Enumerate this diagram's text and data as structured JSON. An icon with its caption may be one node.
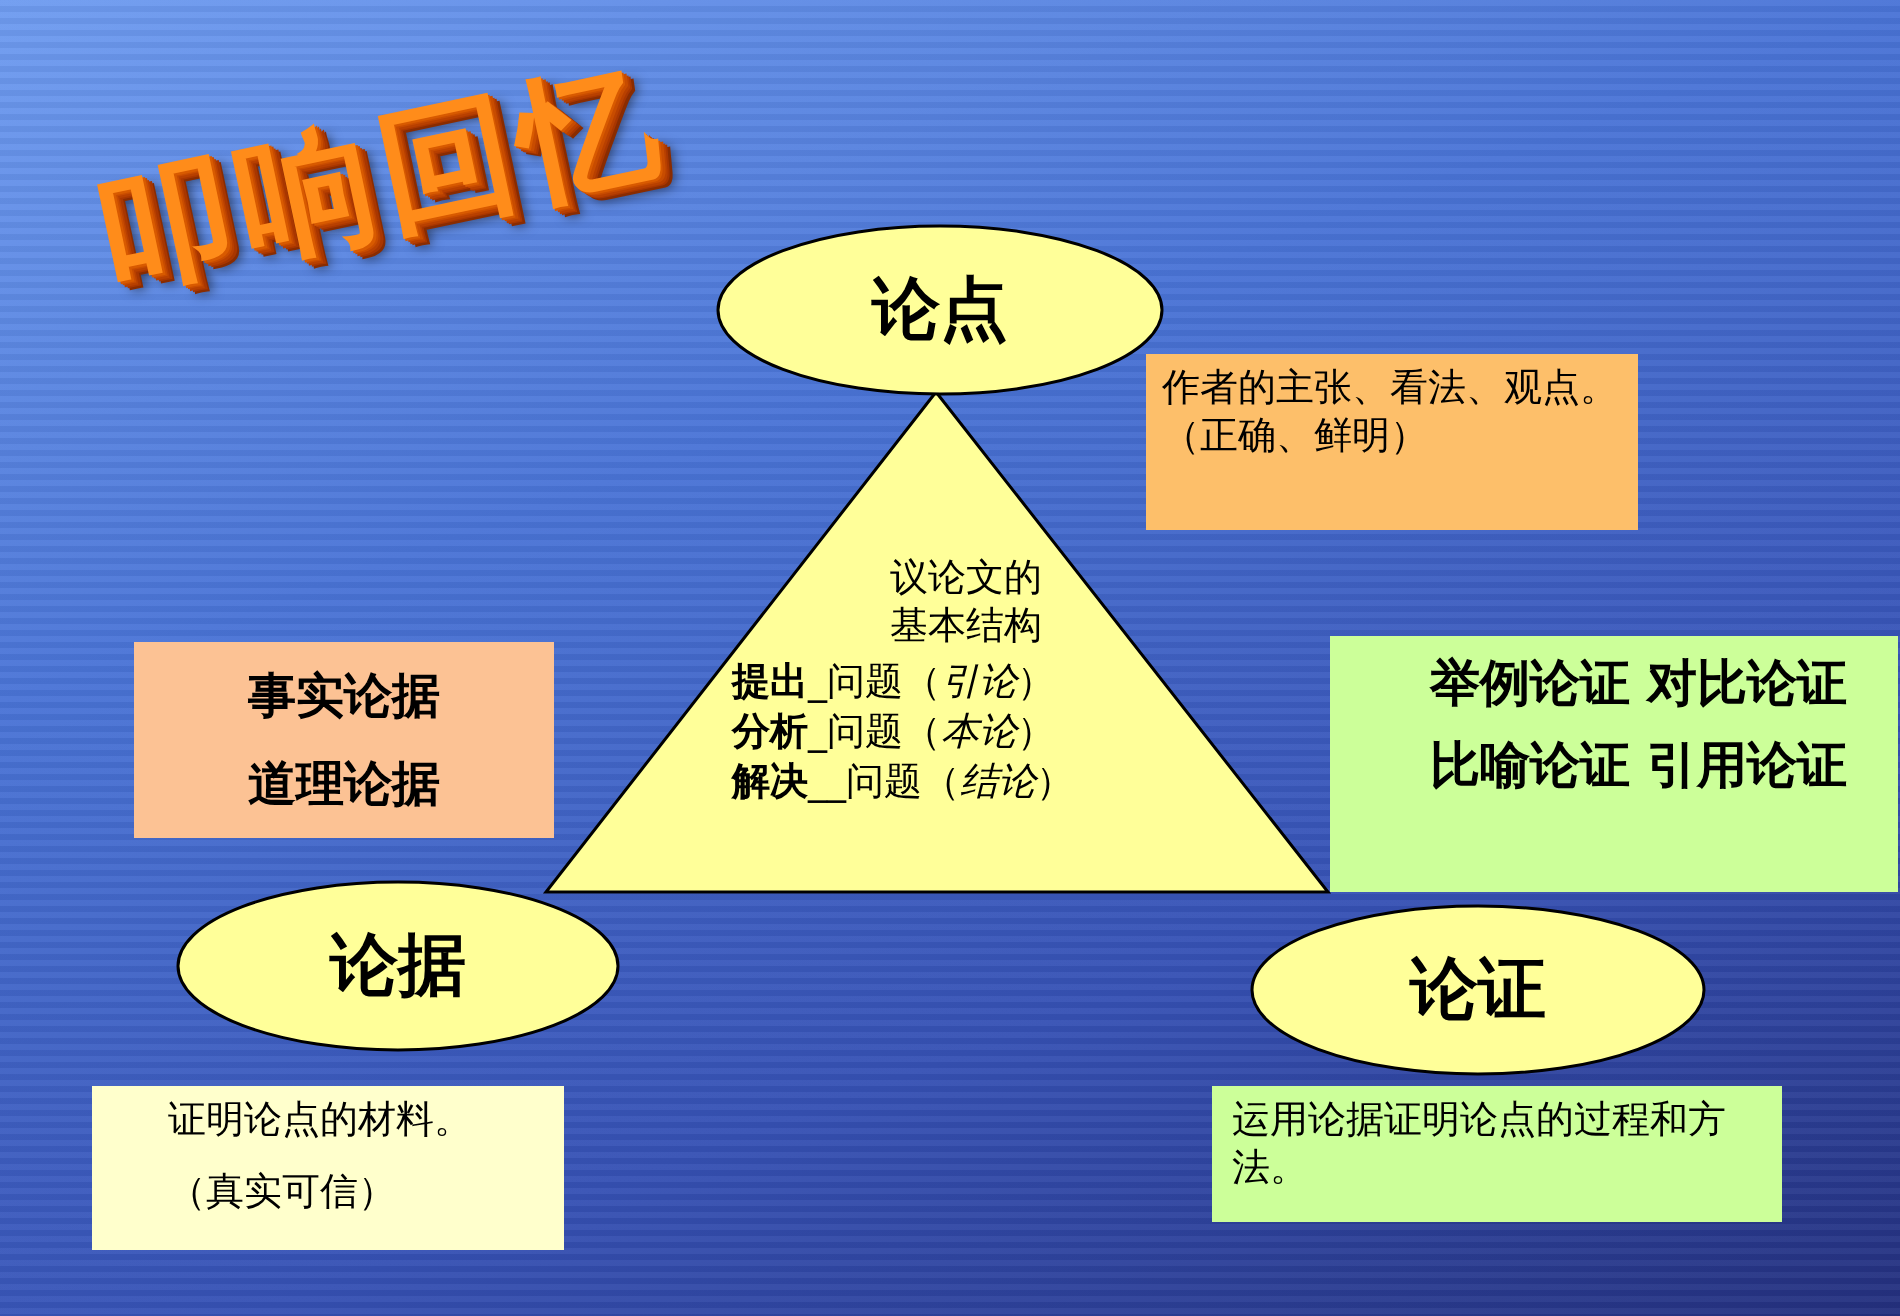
{
  "diagram": {
    "title": "叩响回忆",
    "nodes": [
      {
        "text": [
          "论点"
        ]
      },
      {
        "text": [
          "作者的主张、看法、观点。（正确、鲜明）"
        ]
      },
      {
        "text": [
          "议论文的基本结构",
          "**提出**_问题（*引论*）",
          "**分析**_问题（*本论*）",
          "**解决**__问题（*结论*）"
        ]
      },
      {
        "text": [
          "事实论据",
          "道理论据"
        ]
      },
      {
        "text": [
          "论据"
        ]
      },
      {
        "text": [
          "证明论点的材料。",
          "（真实可信）"
        ]
      },
      {
        "text": [
          "论证"
        ]
      },
      {
        "text": [
          "举例论证 对比论证",
          "比喻论证 引用论证"
        ]
      },
      {
        "text": [
          "运用论据证明论点的过程和方法。"
        ]
      }
    ]
  }
}
